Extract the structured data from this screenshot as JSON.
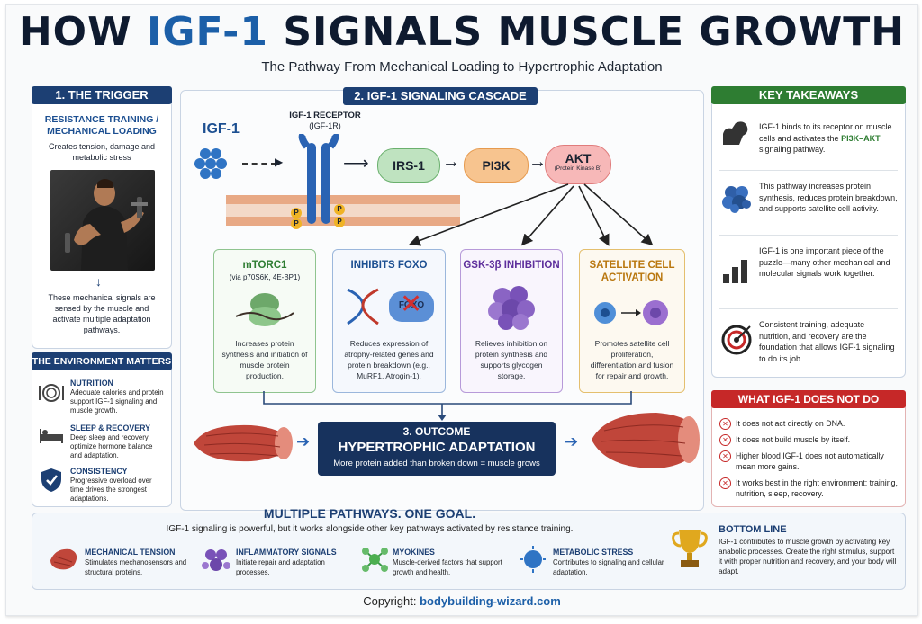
{
  "header": {
    "title_pre": "HOW ",
    "title_accent": "IGF-1",
    "title_post": " SIGNALS MUSCLE GROWTH",
    "subtitle": "The Pathway From Mechanical Loading to Hypertrophic Adaptation"
  },
  "trigger": {
    "header": "1. THE TRIGGER",
    "title": "RESISTANCE TRAINING / MECHANICAL LOADING",
    "desc": "Creates tension, damage and metabolic stress",
    "bottom": "These mechanical signals are sensed by the muscle and activate multiple adaptation pathways."
  },
  "environment": {
    "header": "THE ENVIRONMENT MATTERS",
    "items": [
      {
        "title": "NUTRITION",
        "desc": "Adequate calories and protein support IGF-1 signaling and muscle growth.",
        "icon": "plate-icon"
      },
      {
        "title": "SLEEP & RECOVERY",
        "desc": "Deep sleep and recovery optimize hormone balance and adaptation.",
        "icon": "bed-icon"
      },
      {
        "title": "CONSISTENCY",
        "desc": "Progressive overload over time drives the strongest adaptations.",
        "icon": "shield-icon"
      }
    ]
  },
  "cascade": {
    "header": "2. IGF-1 SIGNALING CASCADE",
    "igf_label": "IGF-1",
    "receptor_label": "IGF-1 RECEPTOR",
    "receptor_sub": "(IGF-1R)",
    "phospho": "P",
    "irs": "IRS-1",
    "pi3k": "PI3K",
    "akt": "AKT",
    "akt_sub": "(Protein Kinase B)",
    "cards": [
      {
        "title": "mTORC1",
        "sub": "(via p70S6K, 4E-BP1)",
        "desc": "Increases protein synthesis and initiation of muscle protein production."
      },
      {
        "title": "INHIBITS FOXO",
        "sub": "",
        "desc": "Reduces expression of atrophy-related genes and protein breakdown (e.g., MuRF1, Atrogin-1)."
      },
      {
        "title": "GSK-3β INHIBITION",
        "sub": "",
        "desc": "Relieves inhibition on protein synthesis and supports glycogen storage."
      },
      {
        "title": "SATELLITE CELL ACTIVATION",
        "sub": "",
        "desc": "Promotes satellite cell proliferation, differentiation and fusion for repair and growth."
      }
    ],
    "foxo_label": "FOXO",
    "outcome_header": "3. OUTCOME",
    "outcome_title": "HYPERTROPHIC ADAPTATION",
    "outcome_desc": "More protein added than broken down = muscle grows"
  },
  "takeaways": {
    "header": "KEY TAKEAWAYS",
    "items": [
      {
        "pre": "IGF-1 binds to its receptor on muscle cells and activates the ",
        "hl": "PI3K–AKT",
        "post": " signaling pathway.",
        "icon": "flexed-arm-icon"
      },
      {
        "pre": "This pathway increases protein synthesis, reduces protein breakdown, and supports satellite cell activity.",
        "hl": "",
        "post": "",
        "icon": "cell-cluster-icon"
      },
      {
        "pre": "IGF-1 is one important piece of the puzzle—many other mechanical and molecular signals work together.",
        "hl": "",
        "post": "",
        "icon": "bar-chart-icon"
      },
      {
        "pre": "Consistent training, adequate nutrition, and recovery are the foundation that allows IGF-1 signaling to do its job.",
        "hl": "",
        "post": "",
        "icon": "target-icon"
      }
    ]
  },
  "does_not": {
    "header": "WHAT IGF-1 DOES NOT DO",
    "items": [
      "It does not act directly on DNA.",
      "It does not build muscle by itself.",
      "Higher blood IGF-1 does not automatically mean more gains.",
      "It works best in the right environment: training, nutrition, sleep, recovery."
    ]
  },
  "multiple": {
    "header": "MULTIPLE PATHWAYS. ONE GOAL.",
    "intro": "IGF-1 signaling is powerful, but it works alongside other key pathways activated by resistance training.",
    "items": [
      {
        "title": "MECHANICAL TENSION",
        "desc": "Stimulates mechanosensors and structural proteins.",
        "icon": "muscle-icon"
      },
      {
        "title": "INFLAMMATORY SIGNALS",
        "desc": "Initiate repair and adaptation processes.",
        "icon": "molecule-icon"
      },
      {
        "title": "MYOKINES",
        "desc": "Muscle-derived factors that support growth and health.",
        "icon": "network-icon"
      },
      {
        "title": "METABOLIC STRESS",
        "desc": "Contributes to signaling and cellular adaptation.",
        "icon": "sphere-icon"
      }
    ],
    "bottom_line_title": "BOTTOM LINE",
    "bottom_line_desc": "IGF-1 contributes to muscle growth by activating key anabolic processes. Create the right stimulus, support it with proper nutrition and recovery, and your body will adapt."
  },
  "footer": {
    "label": "Copyright: ",
    "site": "bodybuilding-wizard.com"
  },
  "colors": {
    "navy": "#1c3f73",
    "accent_blue": "#1c5fa8",
    "green": "#2e7d32",
    "red": "#c62828",
    "irs_fill": "#bfe3c0",
    "pi3k_fill": "#f7c48f",
    "akt_fill": "#f7b8b8"
  }
}
